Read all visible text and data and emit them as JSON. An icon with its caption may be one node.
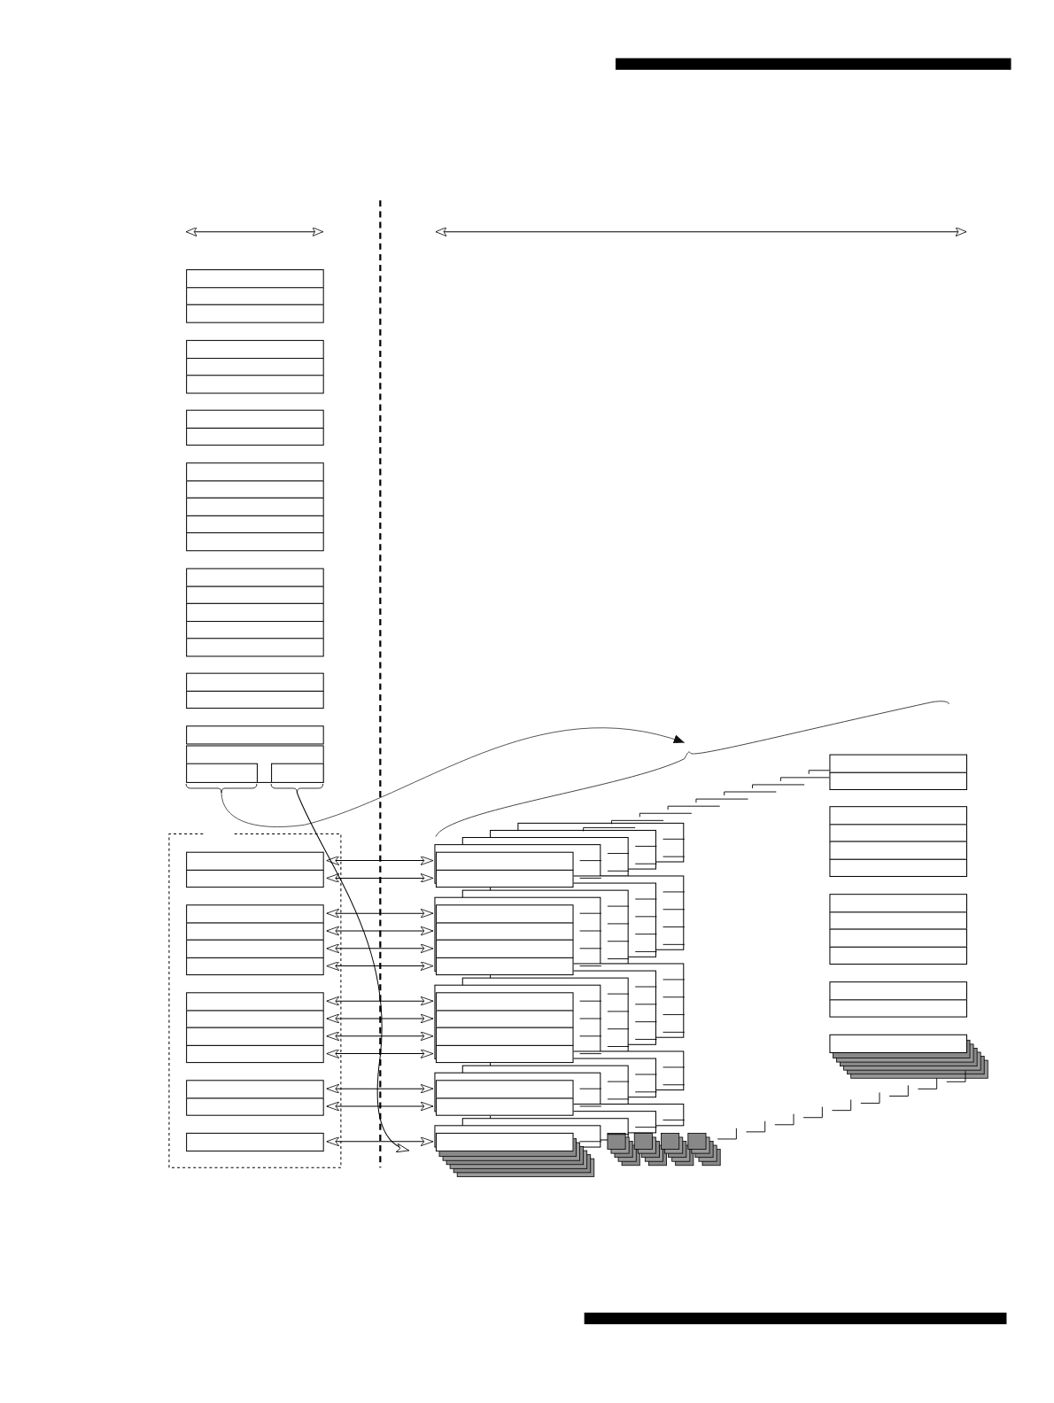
{
  "diagram": {
    "nodes": [
      {
        "text": [],
        "shape": "box"
      },
      {
        "text": [],
        "shape": "box"
      },
      {
        "text": [],
        "shape": "box"
      },
      {
        "text": [],
        "shape": "box"
      },
      {
        "text": [],
        "shape": "box"
      },
      {
        "text": [],
        "shape": "box"
      },
      {
        "text": [],
        "shape": "box"
      },
      {
        "text": [],
        "shape": "box"
      },
      {
        "text": [],
        "shape": "box"
      },
      {
        "text": [],
        "shape": "box"
      },
      {
        "text": [],
        "shape": "box"
      },
      {
        "text": [],
        "shape": "box"
      },
      {
        "text": [],
        "shape": "box"
      },
      {
        "text": [],
        "shape": "box"
      },
      {
        "text": [],
        "shape": "box"
      },
      {
        "text": [],
        "shape": "box"
      },
      {
        "text": [],
        "shape": "box"
      },
      {
        "text": [],
        "shape": "box"
      },
      {
        "text": [],
        "shape": "box"
      },
      {
        "text": [],
        "shape": "box"
      },
      {
        "text": [],
        "shape": "box"
      },
      {
        "text": [],
        "shape": "box"
      },
      {
        "text": [],
        "shape": "box",
        "in": 21
      },
      {
        "text": [],
        "shape": "box",
        "in": 21
      },
      {
        "text": [],
        "shape": "box"
      },
      {
        "text": [],
        "shape": "box"
      },
      {
        "text": [],
        "shape": "box"
      },
      {
        "text": [],
        "shape": "box"
      },
      {
        "text": [],
        "shape": "box"
      },
      {
        "text": [],
        "shape": "box"
      },
      {
        "text": [],
        "shape": "box"
      },
      {
        "text": [],
        "shape": "box"
      },
      {
        "text": [],
        "shape": "box"
      },
      {
        "text": [],
        "shape": "box"
      },
      {
        "text": [],
        "shape": "box"
      },
      {
        "text": [],
        "shape": "box"
      },
      {
        "text": [],
        "shape": "box"
      },
      {
        "text": [],
        "shape": "box"
      },
      {
        "text": [],
        "shape": "box"
      },
      {
        "text": [],
        "shape": "box"
      },
      {
        "text": [],
        "shape": "box"
      },
      {
        "text": [],
        "shape": "box"
      },
      {
        "text": [],
        "shape": "box"
      },
      {
        "text": [],
        "shape": "box"
      },
      {
        "text": [],
        "shape": "box"
      },
      {
        "text": [],
        "shape": "box"
      },
      {
        "text": [],
        "shape": "box"
      },
      {
        "text": [],
        "shape": "box"
      },
      {
        "text": [],
        "shape": "box"
      },
      {
        "text": [],
        "shape": "box"
      },
      {
        "text": [],
        "shape": "box"
      },
      {
        "text": [],
        "shape": "box"
      },
      {
        "text": [],
        "shape": "box"
      },
      {
        "text": [],
        "shape": "box"
      },
      {
        "text": [],
        "shape": "box"
      },
      {
        "text": [],
        "shape": "box"
      },
      {
        "text": [],
        "shape": "box"
      },
      {
        "text": [],
        "shape": "box"
      },
      {
        "text": [],
        "shape": "box"
      },
      {
        "text": [],
        "shape": "box"
      },
      {
        "text": [],
        "shape": "box"
      },
      {
        "text": [],
        "shape": "box"
      },
      {
        "text": [],
        "shape": "box"
      }
    ],
    "edges": [
      {
        "from": 24,
        "to": 37,
        "arrow": "both"
      },
      {
        "from": 25,
        "to": 38,
        "arrow": "both"
      },
      {
        "from": 26,
        "to": 39,
        "arrow": "both"
      },
      {
        "from": 27,
        "to": 40,
        "arrow": "both"
      },
      {
        "from": 28,
        "to": 41,
        "arrow": "both"
      },
      {
        "from": 29,
        "to": 42,
        "arrow": "both"
      },
      {
        "from": 30,
        "to": 43,
        "arrow": "both"
      },
      {
        "from": 31,
        "to": 44,
        "arrow": "both"
      },
      {
        "from": 32,
        "to": 45,
        "arrow": "both"
      },
      {
        "from": 33,
        "to": 46,
        "arrow": "both"
      },
      {
        "from": 34,
        "to": 47,
        "arrow": "both"
      },
      {
        "from": 35,
        "to": 48,
        "arrow": "both"
      },
      {
        "from": 36,
        "to": 49,
        "arrow": "both"
      },
      {
        "from": 22,
        "to": null,
        "arrow": "to"
      },
      {
        "from": 23,
        "to": 49,
        "arrow": "to"
      }
    ]
  }
}
